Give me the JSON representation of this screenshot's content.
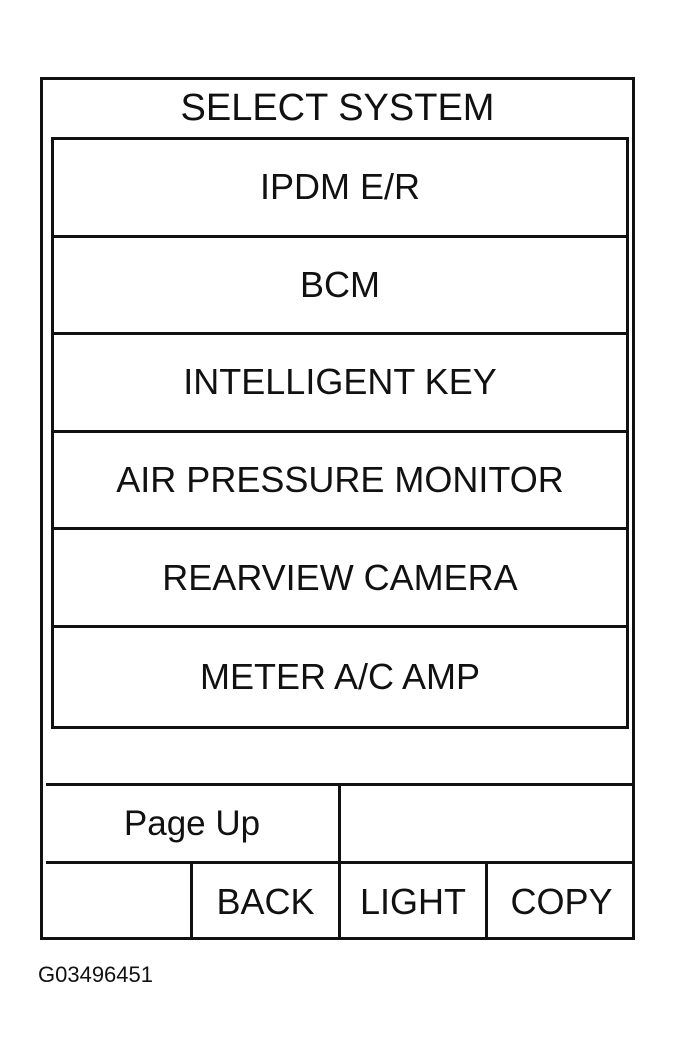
{
  "screen": {
    "title": "SELECT SYSTEM",
    "systems": [
      {
        "label": "IPDM E/R"
      },
      {
        "label": "BCM"
      },
      {
        "label": "INTELLIGENT KEY"
      },
      {
        "label": "AIR PRESSURE MONITOR"
      },
      {
        "label": "REARVIEW CAMERA"
      },
      {
        "label": "METER A/C AMP"
      }
    ]
  },
  "footer": {
    "page_up_label": "Page Up",
    "back_label": "BACK",
    "light_label": "LIGHT",
    "copy_label": "COPY"
  },
  "figure_id": "G03496451"
}
